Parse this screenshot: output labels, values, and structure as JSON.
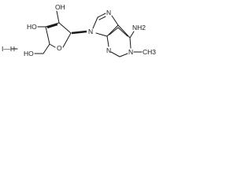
{
  "molecule": {
    "salt": "I—H",
    "atoms": {
      "hydroxyl_top": "OH",
      "hydroxyl_left": "HO",
      "hydroxymethyl": "HO",
      "ring_oxygen": "O",
      "n9": "N",
      "n7": "N",
      "n3": "N",
      "n1": "N",
      "amino": "NH2",
      "methyl": "CH3"
    },
    "colors": {
      "ink": "#1a1a1a",
      "background": "#ffffff"
    }
  }
}
